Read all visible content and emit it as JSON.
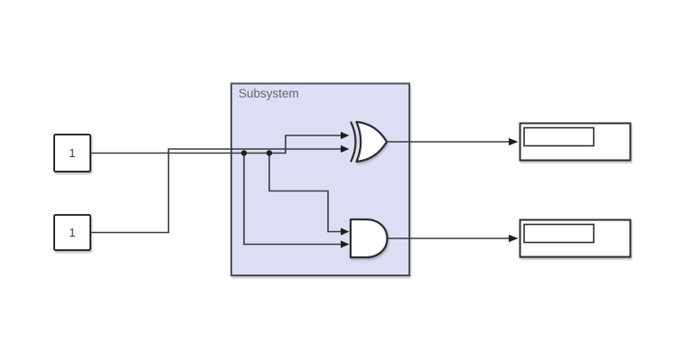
{
  "blocks": {
    "constant1": {
      "label": "1"
    },
    "constant2": {
      "label": "1"
    },
    "subsystem": {
      "label": "Subsystem"
    },
    "xor_gate": {
      "type": "XOR"
    },
    "and_gate": {
      "type": "AND"
    },
    "display1": {
      "value": ""
    },
    "display2": {
      "value": ""
    }
  },
  "colors": {
    "background": "#ffffff",
    "subsystem_fill": "#dcdff4",
    "subsystem_border": "#50505c",
    "subsystem_label": "#64646f",
    "block_fill": "#ffffff",
    "block_border": "#2e2e2e",
    "wire": "#3a3a3a",
    "arrowhead": "#1f1f1f",
    "text": "#3a3a3a"
  }
}
